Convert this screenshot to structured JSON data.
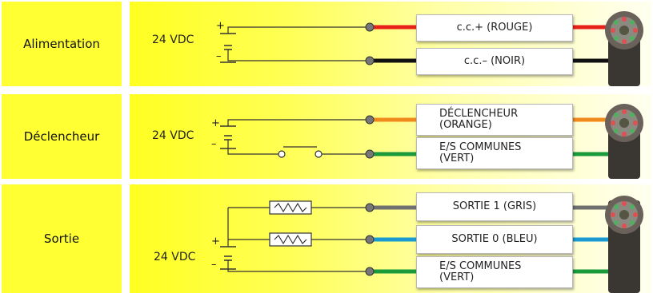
{
  "rows": [
    {
      "label": "Alimentation",
      "voltage": "24 VDC",
      "plus": "+",
      "minus": "–",
      "wires": [
        {
          "label": "c.c.+ (ROUGE)",
          "color": "#e8201a"
        },
        {
          "label": "c.c.– (NOIR)",
          "color": "#111111"
        }
      ]
    },
    {
      "label": "Déclencheur",
      "voltage": "24 VDC",
      "plus": "+",
      "minus": "–",
      "wires": [
        {
          "label_line1": "DÉCLENCHEUR",
          "label_line2": "(ORANGE)",
          "color": "#f08a1c"
        },
        {
          "label_line1": "E/S COMMUNES",
          "label_line2": "(VERT)",
          "color": "#1a9a3a"
        }
      ]
    },
    {
      "label": "Sortie",
      "voltage": "24 VDC",
      "plus": "+",
      "minus": "–",
      "wires": [
        {
          "label": "SORTIE 1 (GRIS)",
          "color": "#707070"
        },
        {
          "label": "SORTIE 0 (BLEU)",
          "color": "#1a9ad0"
        },
        {
          "label_line1": "E/S COMMUNES",
          "label_line2": "(VERT)",
          "color": "#1a9a3a"
        }
      ]
    }
  ],
  "colors": {
    "label_fill": "#ffff33",
    "panel_gradient_start": "#ffff22",
    "panel_gradient_end": "#fffff0"
  },
  "icons": [
    "battery-symbol",
    "switch-symbol",
    "resistor-symbol",
    "sensor-connector-image"
  ]
}
